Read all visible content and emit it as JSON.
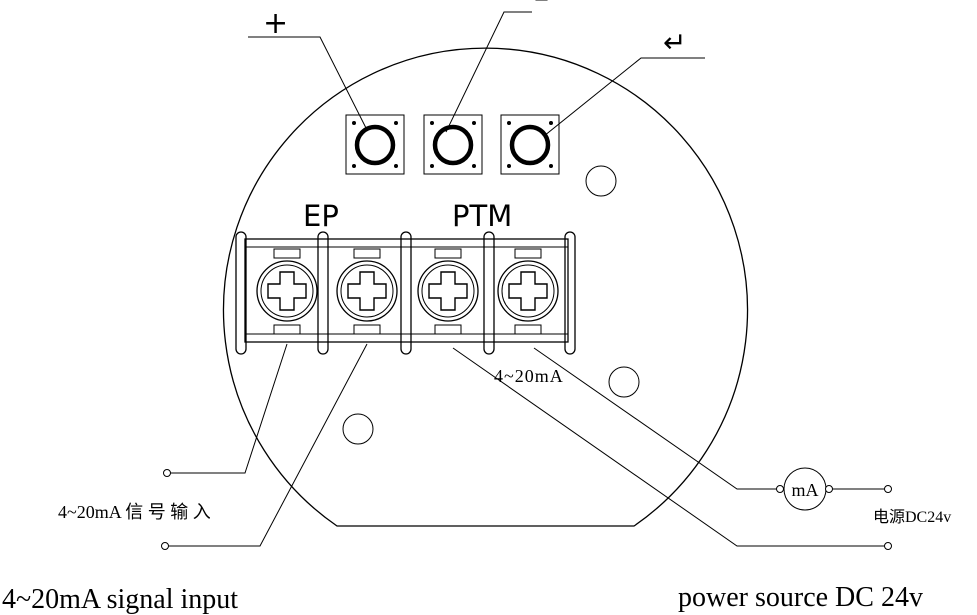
{
  "buttons": [
    {
      "symbol": "+"
    },
    {
      "symbol": "–"
    },
    {
      "symbol": "↵"
    }
  ],
  "block_labels": {
    "left": "EP",
    "right": "PTM"
  },
  "loop_label": "4~20mA",
  "meter_label": "mA",
  "signal_label_cn": "4~20mA 信 号 输 入",
  "power_label_cn": "电源DC24v",
  "signal_label_en": "4~20mA signal input",
  "power_label_en": "power source DC 24v"
}
